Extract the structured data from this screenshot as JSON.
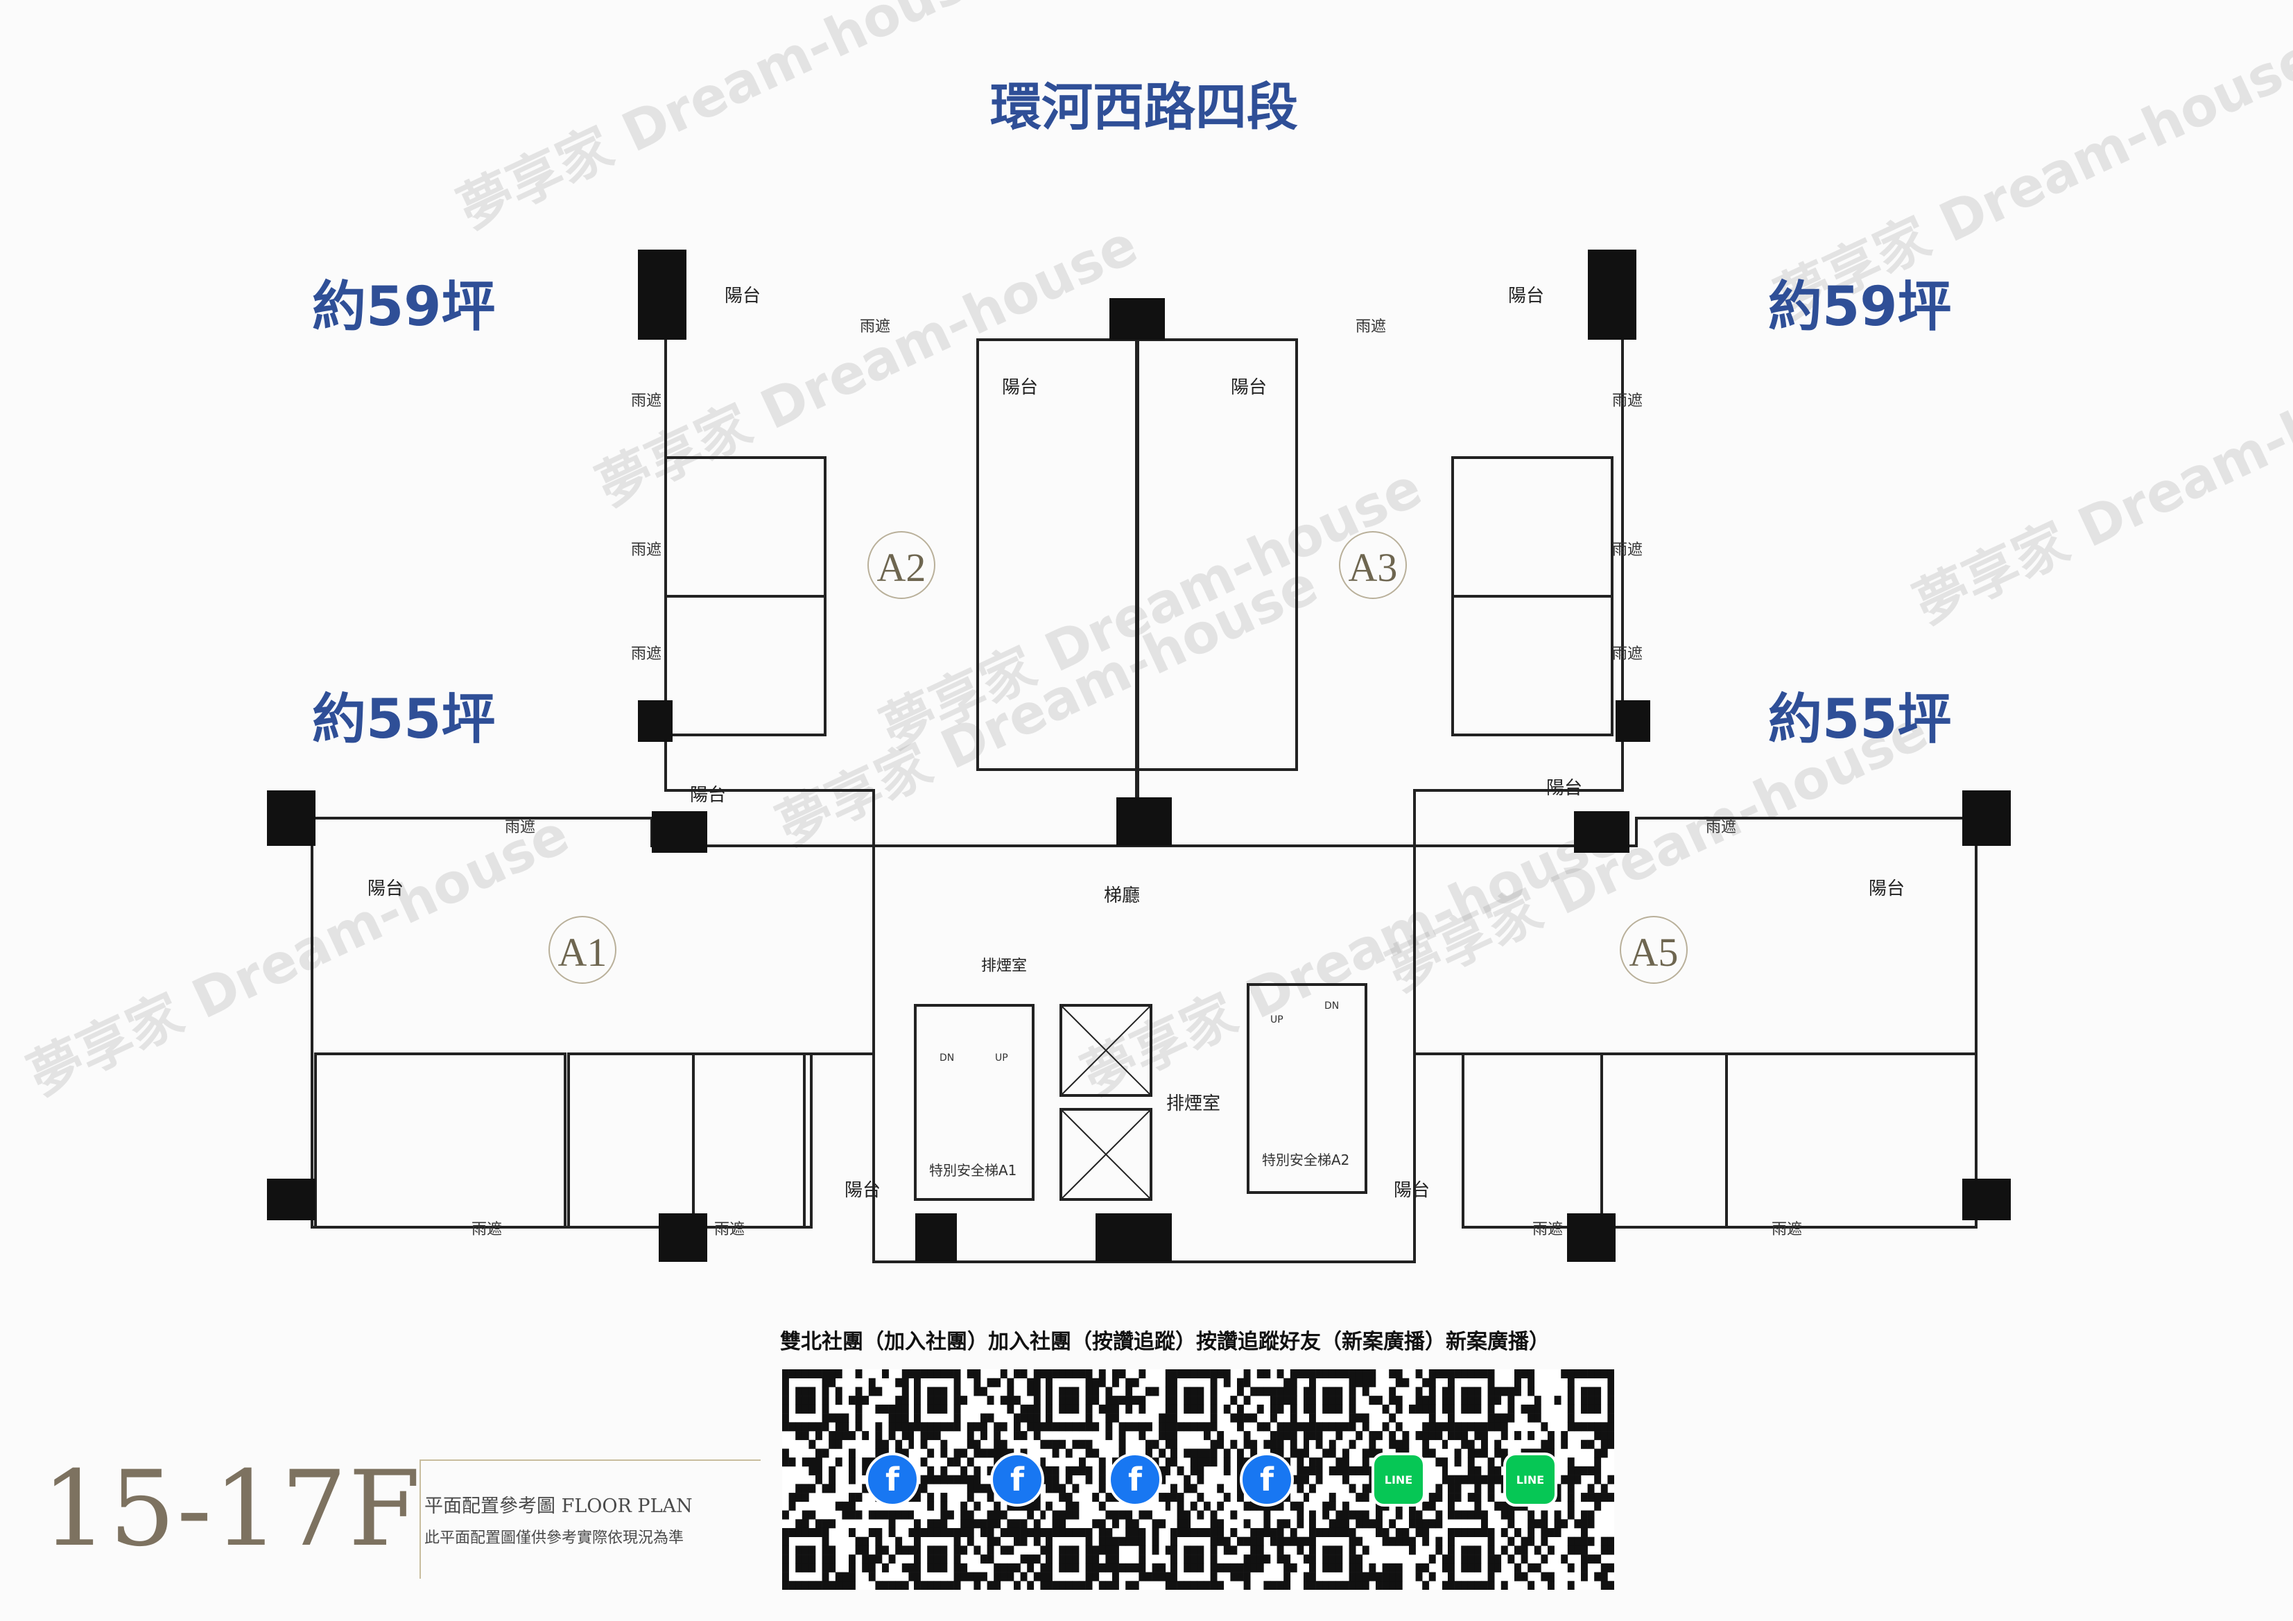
{
  "street": "環河西路四段",
  "areas": {
    "top_left": "約59坪",
    "top_right": "約59坪",
    "mid_left": "約55坪",
    "mid_right": "約55坪"
  },
  "units": [
    "A1",
    "A2",
    "A3",
    "A5"
  ],
  "labels": {
    "balcony": "陽台",
    "canopy": "雨遮",
    "lobby": "梯廳",
    "smoke_room": "排煙室",
    "stair_a1": "特別安全梯A1",
    "stair_a2": "特別安全梯A2",
    "up": "UP",
    "dn": "DN"
  },
  "title": {
    "floor": "15-17F",
    "line1": "平面配置參考圖 FLOOR PLAN",
    "line2": "此平面配置圖僅供參考實際依現況為準"
  },
  "qr_heading": "雙北社團（加入社團）加入社團（按讚追蹤）按讚追蹤好友（新案廣播）新案廣播）",
  "qr_icons": [
    "f",
    "f",
    "f",
    "f",
    "LINE",
    "LINE"
  ],
  "watermark": "夢享家 Dream-house",
  "colors": {
    "accent": "#2f4f97",
    "wall": "#111111",
    "gold": "#7d7260"
  }
}
